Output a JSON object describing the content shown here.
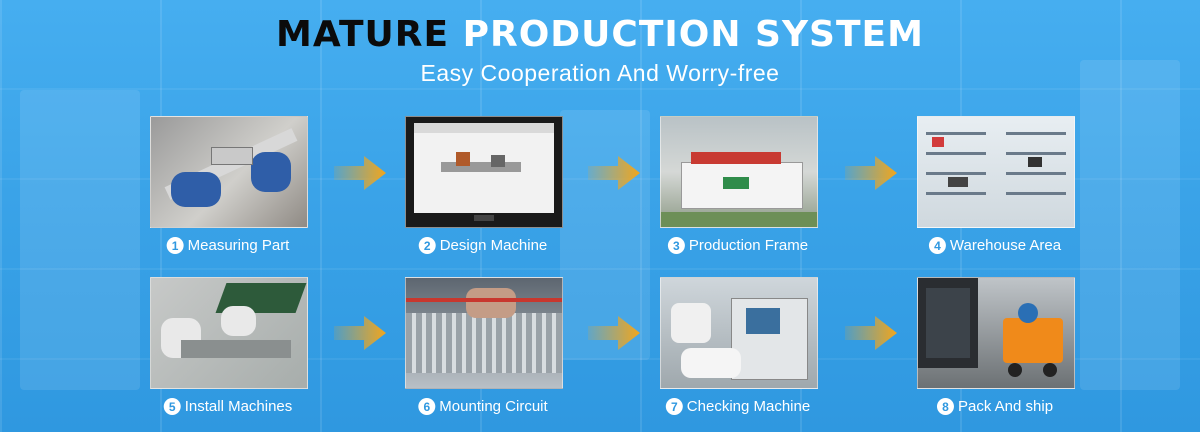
{
  "heading": {
    "dark": "MATURE",
    "light": "PRODUCTION SYSTEM"
  },
  "subtitle": "Easy Cooperation And Worry-free",
  "steps": [
    {
      "number": "1",
      "label": "Measuring Part"
    },
    {
      "number": "2",
      "label": "Design Machine"
    },
    {
      "number": "3",
      "label": "Production Frame"
    },
    {
      "number": "4",
      "label": "Warehouse Area"
    },
    {
      "number": "5",
      "label": "Install Machines"
    },
    {
      "number": "6",
      "label": "Mounting Circuit"
    },
    {
      "number": "7",
      "label": "Checking Machine"
    },
    {
      "number": "8",
      "label": "Pack And ship"
    }
  ],
  "colors": {
    "background": "#3ba3e6",
    "arrow": "#f2a61c",
    "heading_dark": "#0b0b0b"
  }
}
